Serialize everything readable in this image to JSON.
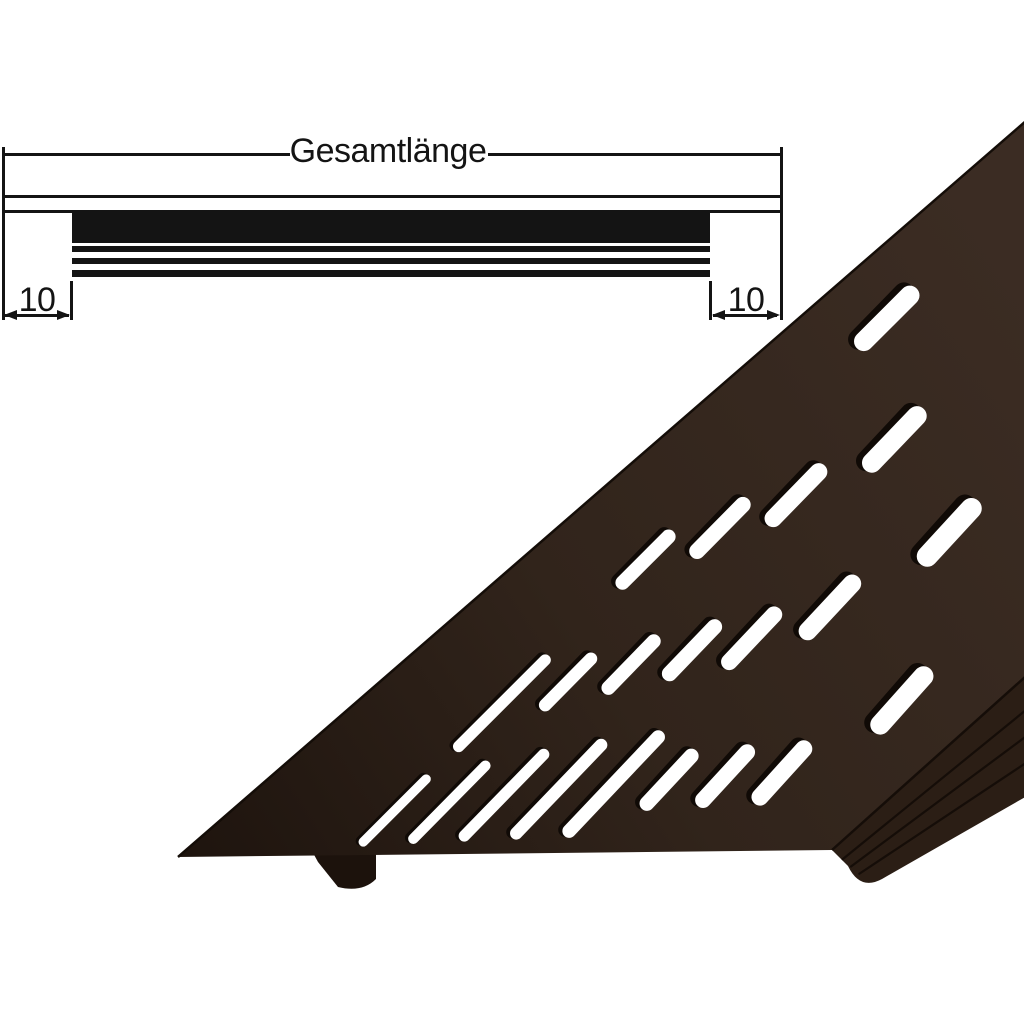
{
  "background": "#ffffff",
  "diagram": {
    "total_length_label": "Gesamtlänge",
    "left_inset_label": "10",
    "right_inset_label": "10",
    "line_color": "#141414",
    "plate_fill": "#ffffff"
  },
  "grille": {
    "kind": "ventilation-grille-3d-render",
    "color_face_dark": "#1e140e",
    "color_face_mid": "#31241b",
    "color_face_light": "#3b2c23",
    "color_band": "#2b1e15",
    "color_groove": "#150d08",
    "color_edge": "#140d08",
    "color_shadow": "#100a06",
    "color_hole": "#ffffff",
    "color_foot": "#1c120c",
    "rows": [
      [
        0.11,
        0.27
      ],
      [
        0.34,
        0.5
      ],
      [
        0.57,
        0.73
      ],
      [
        0.8,
        0.96
      ]
    ],
    "chain_count": 14,
    "slot_min_width": 6.5,
    "slot_max_width": 23
  }
}
